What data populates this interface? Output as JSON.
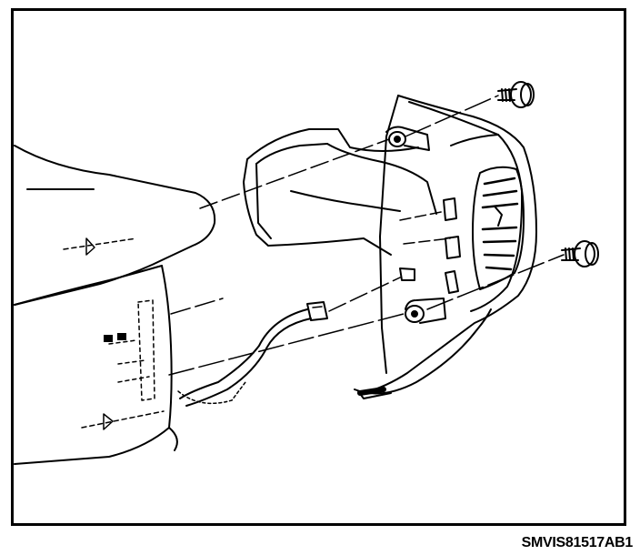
{
  "figure": {
    "code": "SMVIS81517AB1"
  },
  "parts": [
    {
      "name": "dashboard-panel"
    },
    {
      "name": "center-air-vent-assembly"
    },
    {
      "name": "mounting-screw-upper"
    },
    {
      "name": "mounting-screw-lower"
    },
    {
      "name": "wiring-harness-connector"
    }
  ],
  "colors": {
    "line": "#000000",
    "background": "#ffffff"
  }
}
